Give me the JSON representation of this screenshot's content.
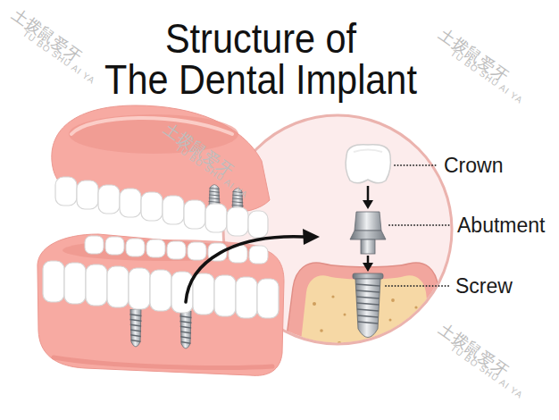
{
  "diagram": {
    "title": "Structure of The Dental Implant",
    "labels": [
      "Crown",
      "Abutment",
      "Screw",
      "土拨鼠爱牙",
      "TU BO SHU AI YA",
      "土拨鼠爱牙",
      "TU BO SHU AI YA",
      "土拨鼠爱牙",
      "TU BO SHU AI YA",
      "土拨鼠爱牙",
      "TU BO SHU AI YA"
    ]
  }
}
